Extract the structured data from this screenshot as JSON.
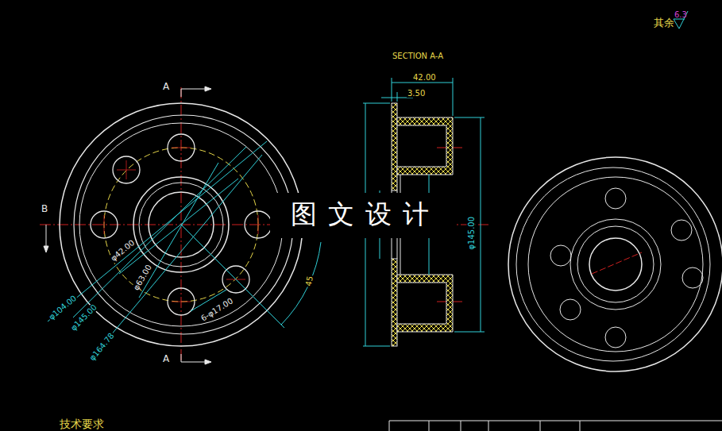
{
  "diagram": {
    "labels": [
      "A",
      "B",
      "A",
      "φ42.00",
      "φ63.00",
      "φ104.00",
      "φ145.00",
      "φ164.78",
      "6-φ17.00",
      "45",
      "SECTION A-A",
      "42.00",
      "3.50",
      "φ145.00",
      "图文设计",
      "其余",
      "6.3",
      "技术要求"
    ]
  }
}
